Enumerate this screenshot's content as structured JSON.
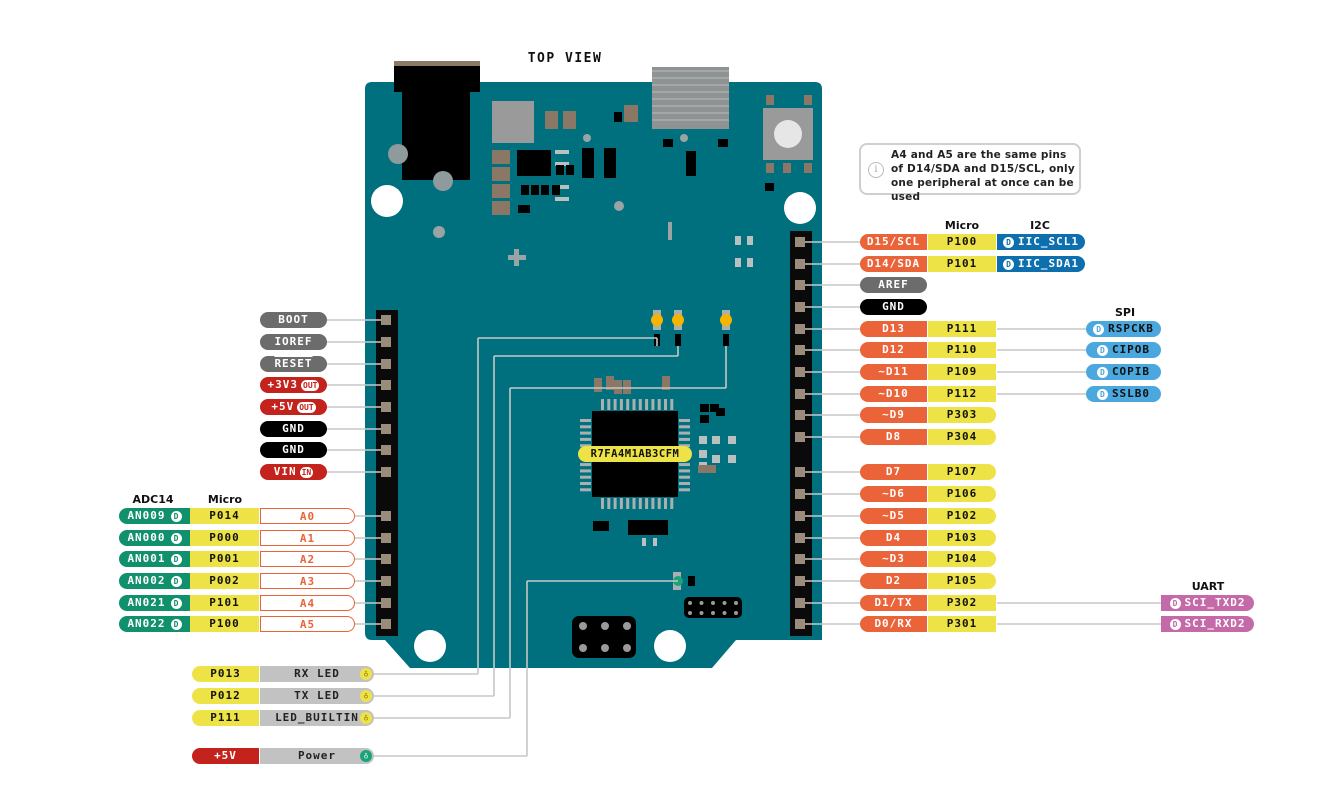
{
  "title": "TOP VIEW",
  "chip_label": "R7FA4M1AB3CFM",
  "note": {
    "icon": "info-icon",
    "text": "A4 and A5 are the same pins of D14/SDA and D15/SCL, only one peripheral at once can be used"
  },
  "colors": {
    "board": "#00707f",
    "header": "#0a0a0a",
    "pad": "#9b8b7a",
    "gray_label": "#6c6c6c",
    "power_red": "#c4221c",
    "black_label": "#000000",
    "adc_green": "#10906c",
    "micro_yellow": "#eee346",
    "analog_orange": "#ea6339",
    "digital_orange": "#ea6339",
    "i2c_blue": "#0e6fae",
    "spi_blue": "#4aa8de",
    "uart_pink": "#c56aa8",
    "led_gray": "#c2c2c2",
    "led_yellow": "#f5b400",
    "power_led_green": "#1aa37a",
    "wire": "#c7c7c7"
  },
  "headers": {
    "adc": "ADC14",
    "micro_left": "Micro",
    "micro_right": "Micro",
    "i2c": "I2C",
    "spi": "SPI",
    "uart": "UART"
  },
  "power_header": [
    {
      "label": "BOOT",
      "type": "gray",
      "tag": ""
    },
    {
      "label": "IOREF",
      "type": "gray",
      "tag": ""
    },
    {
      "label": "RESET",
      "type": "gray",
      "tag": "",
      "overline": true
    },
    {
      "label": "+3V3",
      "type": "red",
      "tag": "OUT"
    },
    {
      "label": "+5V",
      "type": "red",
      "tag": "OUT"
    },
    {
      "label": "GND",
      "type": "black",
      "tag": ""
    },
    {
      "label": "GND",
      "type": "black",
      "tag": ""
    },
    {
      "label": "VIN",
      "type": "red",
      "tag": "IN"
    }
  ],
  "analog_header": [
    {
      "adc": "AN009",
      "micro": "P014",
      "pin": "A0"
    },
    {
      "adc": "AN000",
      "micro": "P000",
      "pin": "A1"
    },
    {
      "adc": "AN001",
      "micro": "P001",
      "pin": "A2"
    },
    {
      "adc": "AN002",
      "micro": "P002",
      "pin": "A3"
    },
    {
      "adc": "AN021",
      "micro": "P101",
      "pin": "A4"
    },
    {
      "adc": "AN022",
      "micro": "P100",
      "pin": "A5"
    }
  ],
  "leds": [
    {
      "micro": "P013",
      "label": "RX LED",
      "color": "yellow"
    },
    {
      "micro": "P012",
      "label": "TX LED",
      "color": "yellow"
    },
    {
      "micro": "P111",
      "label": "LED_BUILTIN",
      "color": "yellow"
    },
    {
      "micro": "+5V",
      "label": "Power",
      "color": "green"
    }
  ],
  "digital_top": [
    {
      "pin": "D15/SCL",
      "micro": "P100",
      "periph": "IIC_SCL1",
      "bus": "i2c",
      "type": "orange"
    },
    {
      "pin": "D14/SDA",
      "micro": "P101",
      "periph": "IIC_SDA1",
      "bus": "i2c",
      "type": "orange"
    },
    {
      "pin": "AREF",
      "micro": "",
      "periph": "",
      "bus": "",
      "type": "gray"
    },
    {
      "pin": "GND",
      "micro": "",
      "periph": "",
      "bus": "",
      "type": "black"
    },
    {
      "pin": "D13",
      "micro": "P111",
      "periph": "RSPCKB",
      "bus": "spi",
      "type": "orange"
    },
    {
      "pin": "D12",
      "micro": "P110",
      "periph": "CIPOB",
      "bus": "spi",
      "type": "orange"
    },
    {
      "pin": "~D11",
      "micro": "P109",
      "periph": "COPIB",
      "bus": "spi",
      "type": "orange"
    },
    {
      "pin": "~D10",
      "micro": "P112",
      "periph": "SSLB0",
      "bus": "spi",
      "type": "orange"
    },
    {
      "pin": "~D9",
      "micro": "P303",
      "periph": "",
      "bus": "",
      "type": "orange"
    },
    {
      "pin": "D8",
      "micro": "P304",
      "periph": "",
      "bus": "",
      "type": "orange"
    }
  ],
  "digital_bottom": [
    {
      "pin": "D7",
      "micro": "P107",
      "periph": "",
      "bus": ""
    },
    {
      "pin": "~D6",
      "micro": "P106",
      "periph": "",
      "bus": ""
    },
    {
      "pin": "~D5",
      "micro": "P102",
      "periph": "",
      "bus": ""
    },
    {
      "pin": "D4",
      "micro": "P103",
      "periph": "",
      "bus": ""
    },
    {
      "pin": "~D3",
      "micro": "P104",
      "periph": "",
      "bus": ""
    },
    {
      "pin": "D2",
      "micro": "P105",
      "periph": "",
      "bus": ""
    },
    {
      "pin": "D1/TX",
      "micro": "P302",
      "periph": "SCI_TXD2",
      "bus": "uart"
    },
    {
      "pin": "D0/RX",
      "micro": "P301",
      "periph": "SCI_RXD2",
      "bus": "uart"
    }
  ],
  "badge_letter": "D",
  "led_glyph": "♁"
}
